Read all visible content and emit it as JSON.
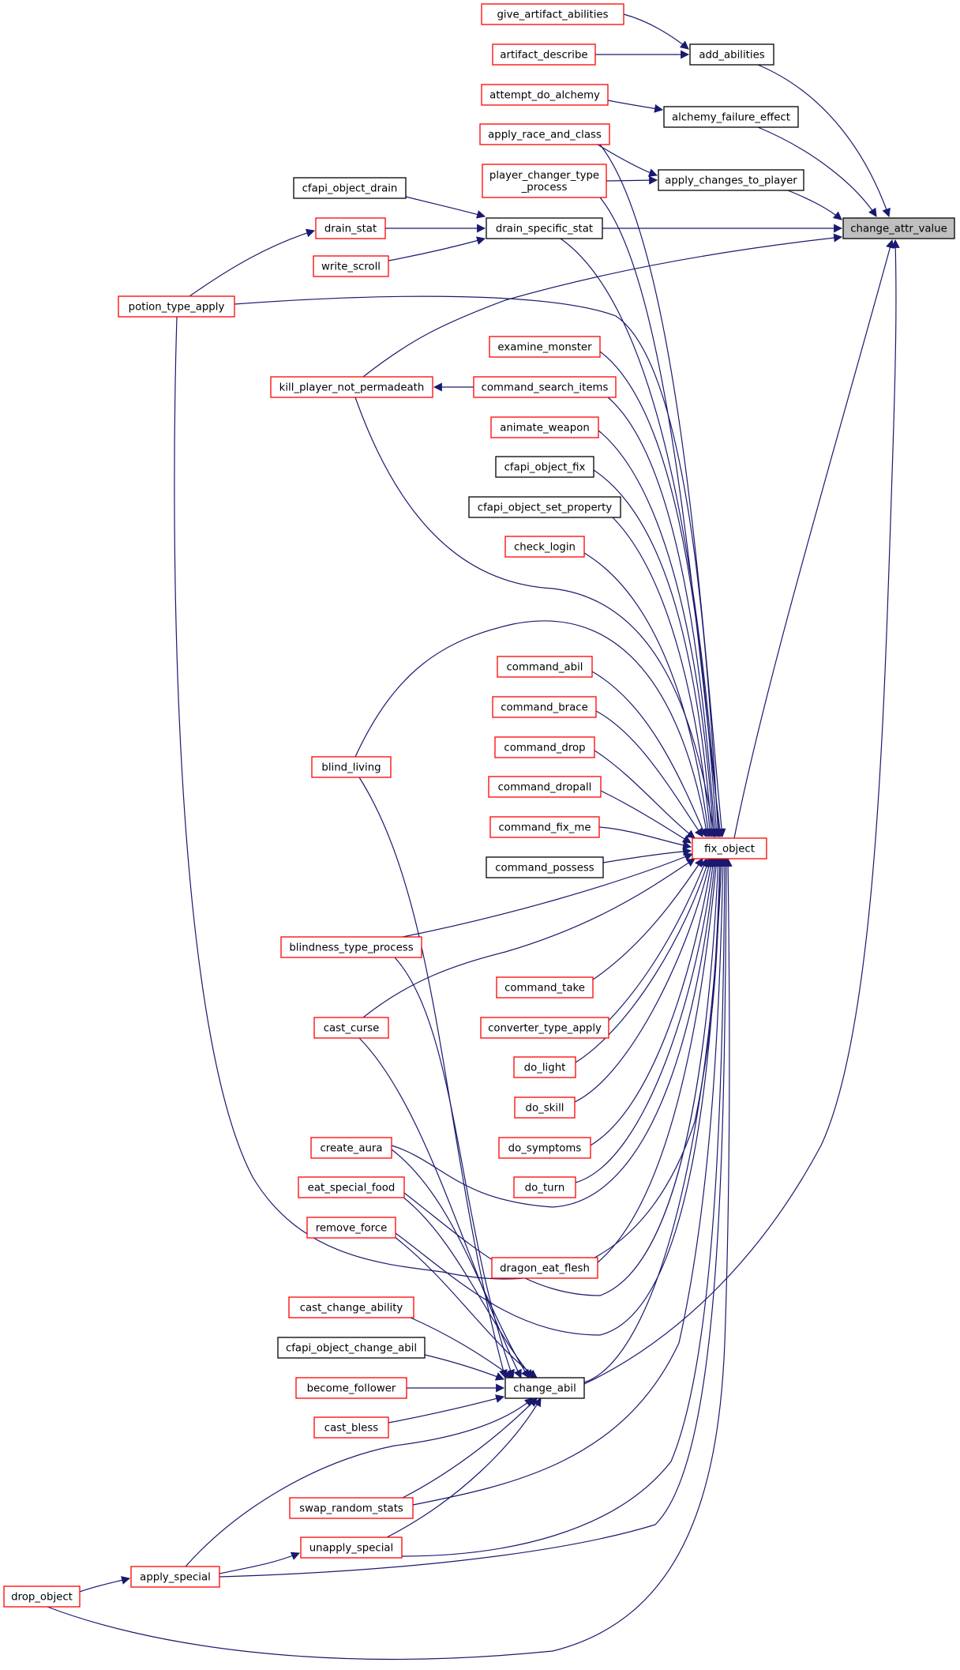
{
  "colors": {
    "edge": "#191970",
    "red_border": "#ff0000",
    "black_border": "#000000",
    "root_fill": "#bfbfbf",
    "node_fill": "#ffffff"
  },
  "nodes": [
    {
      "id": "change_attr_value",
      "label": "change_attr_value",
      "border": "black",
      "root": true
    },
    {
      "id": "add_abilities",
      "label": "add_abilities",
      "border": "black"
    },
    {
      "id": "alchemy_failure_effect",
      "label": "alchemy_failure_effect",
      "border": "black"
    },
    {
      "id": "apply_changes_to_player",
      "label": "apply_changes_to_player",
      "border": "black"
    },
    {
      "id": "drain_specific_stat",
      "label": "drain_specific_stat",
      "border": "black"
    },
    {
      "id": "fix_object",
      "label": "fix_object",
      "border": "red"
    },
    {
      "id": "give_artifact_abilities",
      "label": "give_artifact_abilities",
      "border": "red"
    },
    {
      "id": "artifact_describe",
      "label": "artifact_describe",
      "border": "red"
    },
    {
      "id": "attempt_do_alchemy",
      "label": "attempt_do_alchemy",
      "border": "red"
    },
    {
      "id": "apply_race_and_class",
      "label": "apply_race_and_class",
      "border": "red"
    },
    {
      "id": "player_changer_type_process",
      "label": "player_changer_type\n_process",
      "border": "red"
    },
    {
      "id": "cfapi_object_drain",
      "label": "cfapi_object_drain",
      "border": "black"
    },
    {
      "id": "drain_stat",
      "label": "drain_stat",
      "border": "red"
    },
    {
      "id": "write_scroll",
      "label": "write_scroll",
      "border": "red"
    },
    {
      "id": "potion_type_apply",
      "label": "potion_type_apply",
      "border": "red"
    },
    {
      "id": "examine_monster",
      "label": "examine_monster",
      "border": "red"
    },
    {
      "id": "kill_player_not_permadeath",
      "label": "kill_player_not_permadeath",
      "border": "red"
    },
    {
      "id": "command_search_items",
      "label": "command_search_items",
      "border": "red"
    },
    {
      "id": "animate_weapon",
      "label": "animate_weapon",
      "border": "red"
    },
    {
      "id": "cfapi_object_fix",
      "label": "cfapi_object_fix",
      "border": "black"
    },
    {
      "id": "cfapi_object_set_property",
      "label": "cfapi_object_set_property",
      "border": "black"
    },
    {
      "id": "check_login",
      "label": "check_login",
      "border": "red"
    },
    {
      "id": "command_abil",
      "label": "command_abil",
      "border": "red"
    },
    {
      "id": "command_brace",
      "label": "command_brace",
      "border": "red"
    },
    {
      "id": "blind_living",
      "label": "blind_living",
      "border": "red"
    },
    {
      "id": "command_drop",
      "label": "command_drop",
      "border": "red"
    },
    {
      "id": "command_dropall",
      "label": "command_dropall",
      "border": "red"
    },
    {
      "id": "command_fix_me",
      "label": "command_fix_me",
      "border": "red"
    },
    {
      "id": "command_possess",
      "label": "command_possess",
      "border": "black"
    },
    {
      "id": "blindness_type_process",
      "label": "blindness_type_process",
      "border": "red"
    },
    {
      "id": "command_take",
      "label": "command_take",
      "border": "red"
    },
    {
      "id": "cast_curse",
      "label": "cast_curse",
      "border": "red"
    },
    {
      "id": "converter_type_apply",
      "label": "converter_type_apply",
      "border": "red"
    },
    {
      "id": "do_light",
      "label": "do_light",
      "border": "red"
    },
    {
      "id": "do_skill",
      "label": "do_skill",
      "border": "red"
    },
    {
      "id": "do_symptoms",
      "label": "do_symptoms",
      "border": "red"
    },
    {
      "id": "create_aura",
      "label": "create_aura",
      "border": "red"
    },
    {
      "id": "eat_special_food",
      "label": "eat_special_food",
      "border": "red"
    },
    {
      "id": "do_turn",
      "label": "do_turn",
      "border": "red"
    },
    {
      "id": "remove_force",
      "label": "remove_force",
      "border": "red"
    },
    {
      "id": "dragon_eat_flesh",
      "label": "dragon_eat_flesh",
      "border": "red"
    },
    {
      "id": "cast_change_ability",
      "label": "cast_change_ability",
      "border": "red"
    },
    {
      "id": "cfapi_object_change_abil",
      "label": "cfapi_object_change_abil",
      "border": "black"
    },
    {
      "id": "become_follower",
      "label": "become_follower",
      "border": "red"
    },
    {
      "id": "change_abil",
      "label": "change_abil",
      "border": "black"
    },
    {
      "id": "cast_bless",
      "label": "cast_bless",
      "border": "red"
    },
    {
      "id": "swap_random_stats",
      "label": "swap_random_stats",
      "border": "red"
    },
    {
      "id": "unapply_special",
      "label": "unapply_special",
      "border": "red"
    },
    {
      "id": "apply_special",
      "label": "apply_special",
      "border": "red"
    },
    {
      "id": "drop_object",
      "label": "drop_object",
      "border": "red"
    }
  ]
}
